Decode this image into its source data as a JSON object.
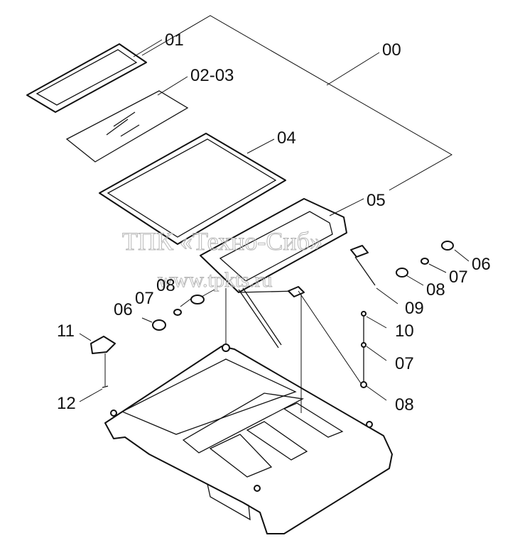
{
  "watermark": {
    "company": "ТПК «Техно-Сиб»",
    "url": "www.tpkts.ru"
  },
  "callouts": {
    "c00": "00",
    "c01": "01",
    "c02_03": "02-03",
    "c04": "04",
    "c05": "05",
    "c06_right": "06",
    "c07_right": "07",
    "c08_right": "08",
    "c09": "09",
    "c08_left": "08",
    "c07_left": "07",
    "c06_left": "06",
    "c11": "11",
    "c12": "12",
    "c10": "10",
    "c07_lower": "07",
    "c08_lower": "08"
  }
}
